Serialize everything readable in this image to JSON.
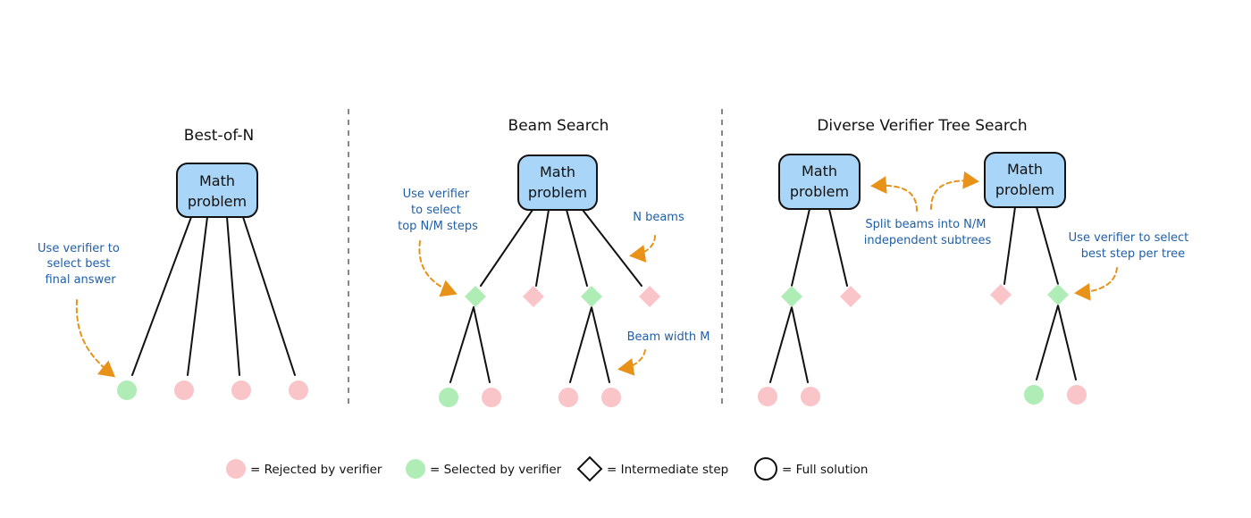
{
  "colors": {
    "rejected": "#f9c5c8",
    "selected": "#b0ecb6",
    "box_fill": "#a9d6f8",
    "note": "#1f5fa8",
    "arrow": "#e8921a"
  },
  "panels": [
    {
      "title": "Best-of-N",
      "box": {
        "line1": "Math",
        "line2": "problem"
      },
      "notes": [
        {
          "lines": [
            "Use verifier to",
            "select best",
            "final answer"
          ]
        }
      ]
    },
    {
      "title": "Beam Search",
      "box": {
        "line1": "Math",
        "line2": "problem"
      },
      "notes": [
        {
          "lines": [
            "Use verifier",
            "to select",
            "top N/M steps"
          ]
        },
        {
          "lines": [
            "N beams"
          ]
        },
        {
          "lines": [
            "Beam width M"
          ]
        }
      ]
    },
    {
      "title": "Diverse Verifier Tree Search",
      "boxes": [
        {
          "line1": "Math",
          "line2": "problem"
        },
        {
          "line1": "Math",
          "line2": "problem"
        }
      ],
      "notes": [
        {
          "lines": [
            "Split beams into N/M",
            "independent subtrees"
          ]
        },
        {
          "lines": [
            "Use verifier to select",
            "best step per tree"
          ]
        }
      ]
    }
  ],
  "legend": [
    {
      "shape": "circle-rejected",
      "label": "= Rejected by verifier"
    },
    {
      "shape": "circle-selected",
      "label": "= Selected by verifier"
    },
    {
      "shape": "diamond",
      "label": "= Intermediate step"
    },
    {
      "shape": "circle-outline",
      "label": "= Full solution"
    }
  ]
}
